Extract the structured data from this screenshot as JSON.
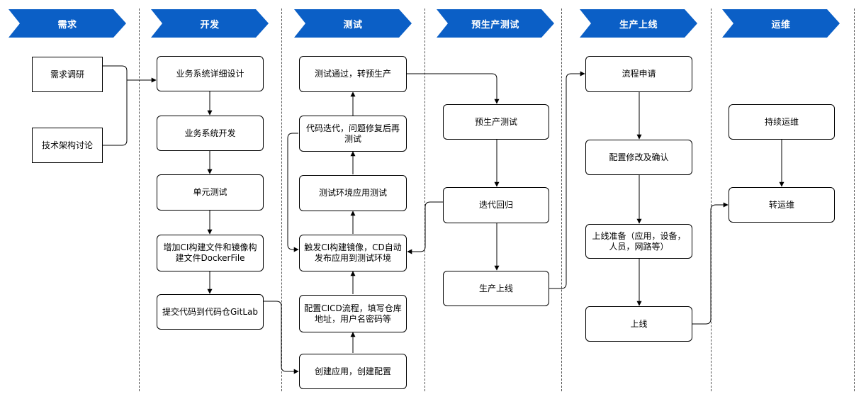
{
  "phases": [
    {
      "label": "需求"
    },
    {
      "label": "开发"
    },
    {
      "label": "测试"
    },
    {
      "label": "预生产测试"
    },
    {
      "label": "生产上线"
    },
    {
      "label": "运维"
    }
  ],
  "nodes": {
    "req_research": "需求调研",
    "req_arch": "技术架构讨论",
    "dev_design": "业务系统详细设计",
    "dev_develop": "业务系统开发",
    "dev_unit": "单元测试",
    "dev_ci_file": "增加CI构建文件和镜像构建文件DockerFile",
    "dev_commit": "提交代码到代码仓GitLab",
    "test_pass": "测试通过，转预生产",
    "test_iterate": "代码迭代，问题修复后再测试",
    "test_env": "测试环境应用测试",
    "test_trigger": "触发CI构建镜像，CD自动发布应用到测试环境",
    "test_config": "配置CICD流程，填写仓库地址，用户名密码等",
    "test_create": "创建应用，创建配置",
    "pre_test": "预生产测试",
    "pre_regress": "迭代回归",
    "pre_prod": "生产上线",
    "prod_apply": "流程申请",
    "prod_confirm": "配置修改及确认",
    "prod_prepare": "上线准备（应用，设备，人员，网路等）",
    "prod_online": "上线",
    "ops_continuous": "持续运维",
    "ops_transfer": "转运维"
  }
}
